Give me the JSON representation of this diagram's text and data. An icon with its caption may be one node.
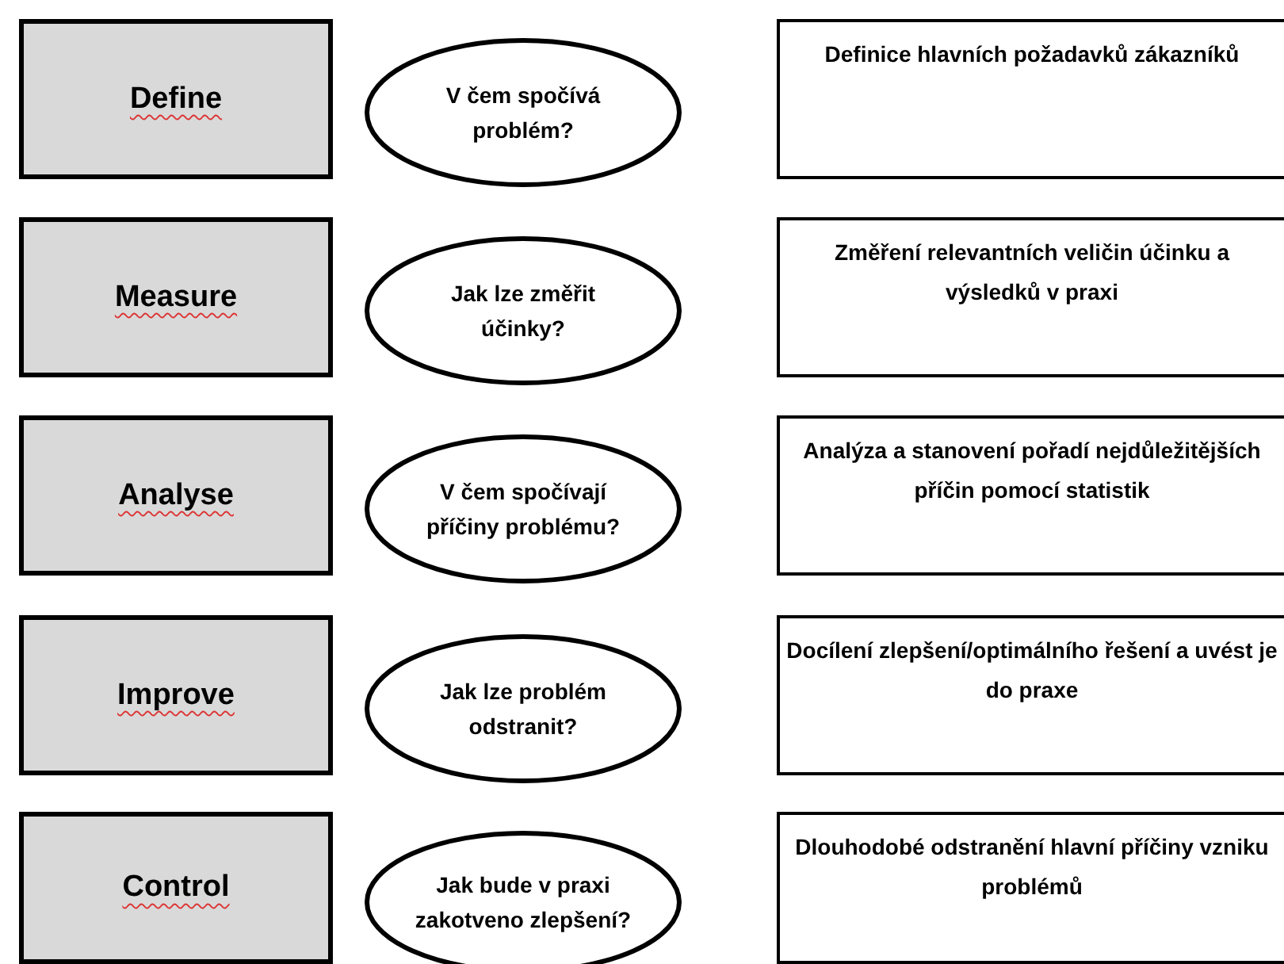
{
  "diagram": {
    "nodes": [
      {
        "text": [
          "Define"
        ]
      },
      {
        "text": [
          "V čem spočívá problém?"
        ]
      },
      {
        "text": [
          "Definice hlavních požadavků zákazníků"
        ]
      },
      {
        "text": [
          "Measure"
        ]
      },
      {
        "text": [
          "Jak lze změřit účinky?"
        ]
      },
      {
        "text": [
          "Změření relevantních veličin účinku a výsledků v praxi"
        ]
      },
      {
        "text": [
          "Analyse"
        ]
      },
      {
        "text": [
          "V čem spočívají příčiny problému?"
        ]
      },
      {
        "text": [
          "Analýza a stanovení pořadí nejdůležitějších příčin pomocí statistik"
        ]
      },
      {
        "text": [
          "Improve"
        ]
      },
      {
        "text": [
          "Jak lze problém odstranit?"
        ]
      },
      {
        "text": [
          "Docílení zlepšení/optimálního řešení a uvést je do praxe"
        ]
      },
      {
        "text": [
          "Control"
        ]
      },
      {
        "text": [
          "Jak bude v praxi zakotveno zlepšení?"
        ]
      },
      {
        "text": [
          "Dlouhodobé odstranění hlavní příčiny vzniku problémů"
        ]
      }
    ]
  }
}
